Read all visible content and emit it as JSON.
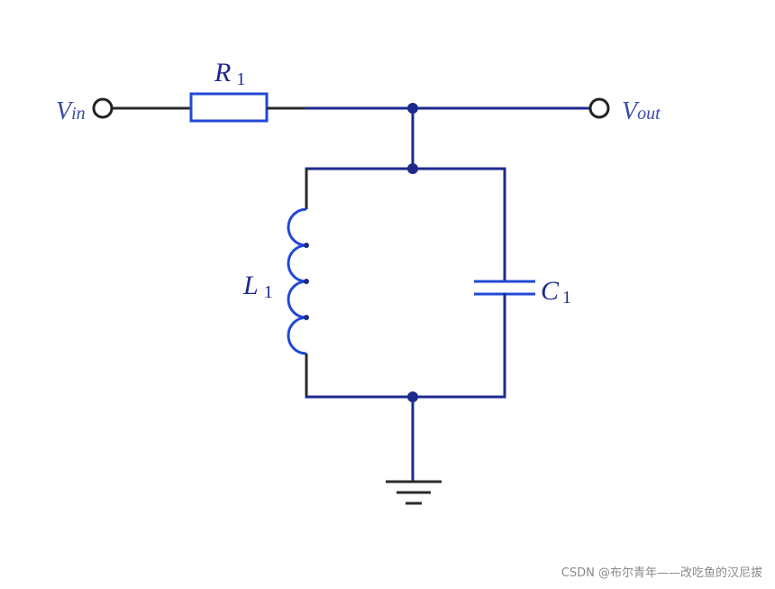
{
  "diagram": {
    "components": {
      "resistor": {
        "symbol": "R",
        "subscript": "1"
      },
      "inductor": {
        "symbol": "L",
        "subscript": "1"
      },
      "capacitor": {
        "symbol": "C",
        "subscript": "1"
      }
    },
    "terminals": {
      "input": {
        "symbol": "V",
        "subscript": "in"
      },
      "output": {
        "symbol": "V",
        "subscript": "out"
      }
    },
    "colors": {
      "wire": "#1d2a8c",
      "component": "#2148d6",
      "terminal": "#222222"
    }
  },
  "watermark": {
    "text": "CSDN @布尔青年——改吃鱼的汉尼拔"
  }
}
